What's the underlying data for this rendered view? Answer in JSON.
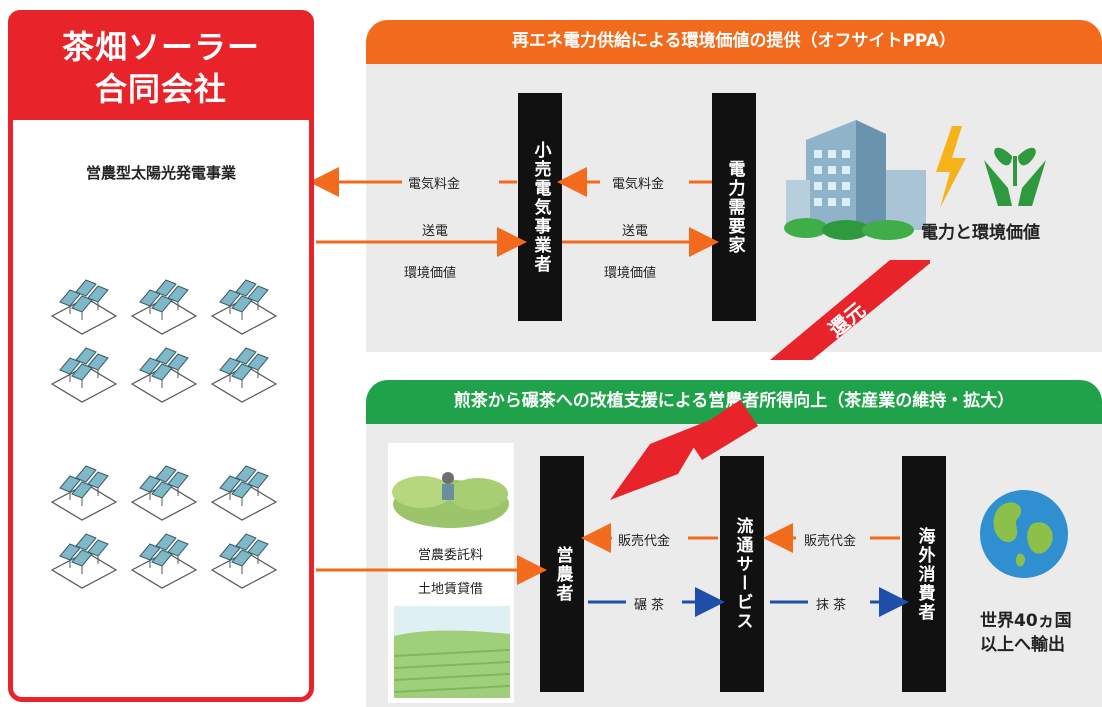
{
  "company": {
    "name_line1": "茶畑ソーラー",
    "name_line2": "合同会社",
    "business": "営農型太陽光発電事業"
  },
  "top": {
    "banner": "再エネ電力供給による環境価値の提供（オフサイトPPA）",
    "banner_color": "#f26a1b",
    "retailer": "小売電気事業者",
    "consumer": "電力需要家",
    "fee_left": "電気料金",
    "fee_right": "電気料金",
    "power_left": "送電",
    "power_right": "送電",
    "env_left": "環境価値",
    "env_right": "環境価値",
    "value_caption": "電力と環境価値"
  },
  "return_label": "還元",
  "bottom": {
    "banner": "煎茶から碾茶への改植支援による営農者所得向上（茶産業の維持・拡大）",
    "banner_color": "#1fa24a",
    "farmer": "営農者",
    "distribution": "流通サービス",
    "overseas": "海外消費者",
    "consign_fee": "営農委託料",
    "land_rent": "土地賃貸借",
    "sales_left": "販売代金",
    "sales_right": "販売代金",
    "tencha": "碾茶",
    "matcha": "抹茶",
    "export_line1": "世界40ヵ国",
    "export_line2": "以上へ輸出"
  }
}
